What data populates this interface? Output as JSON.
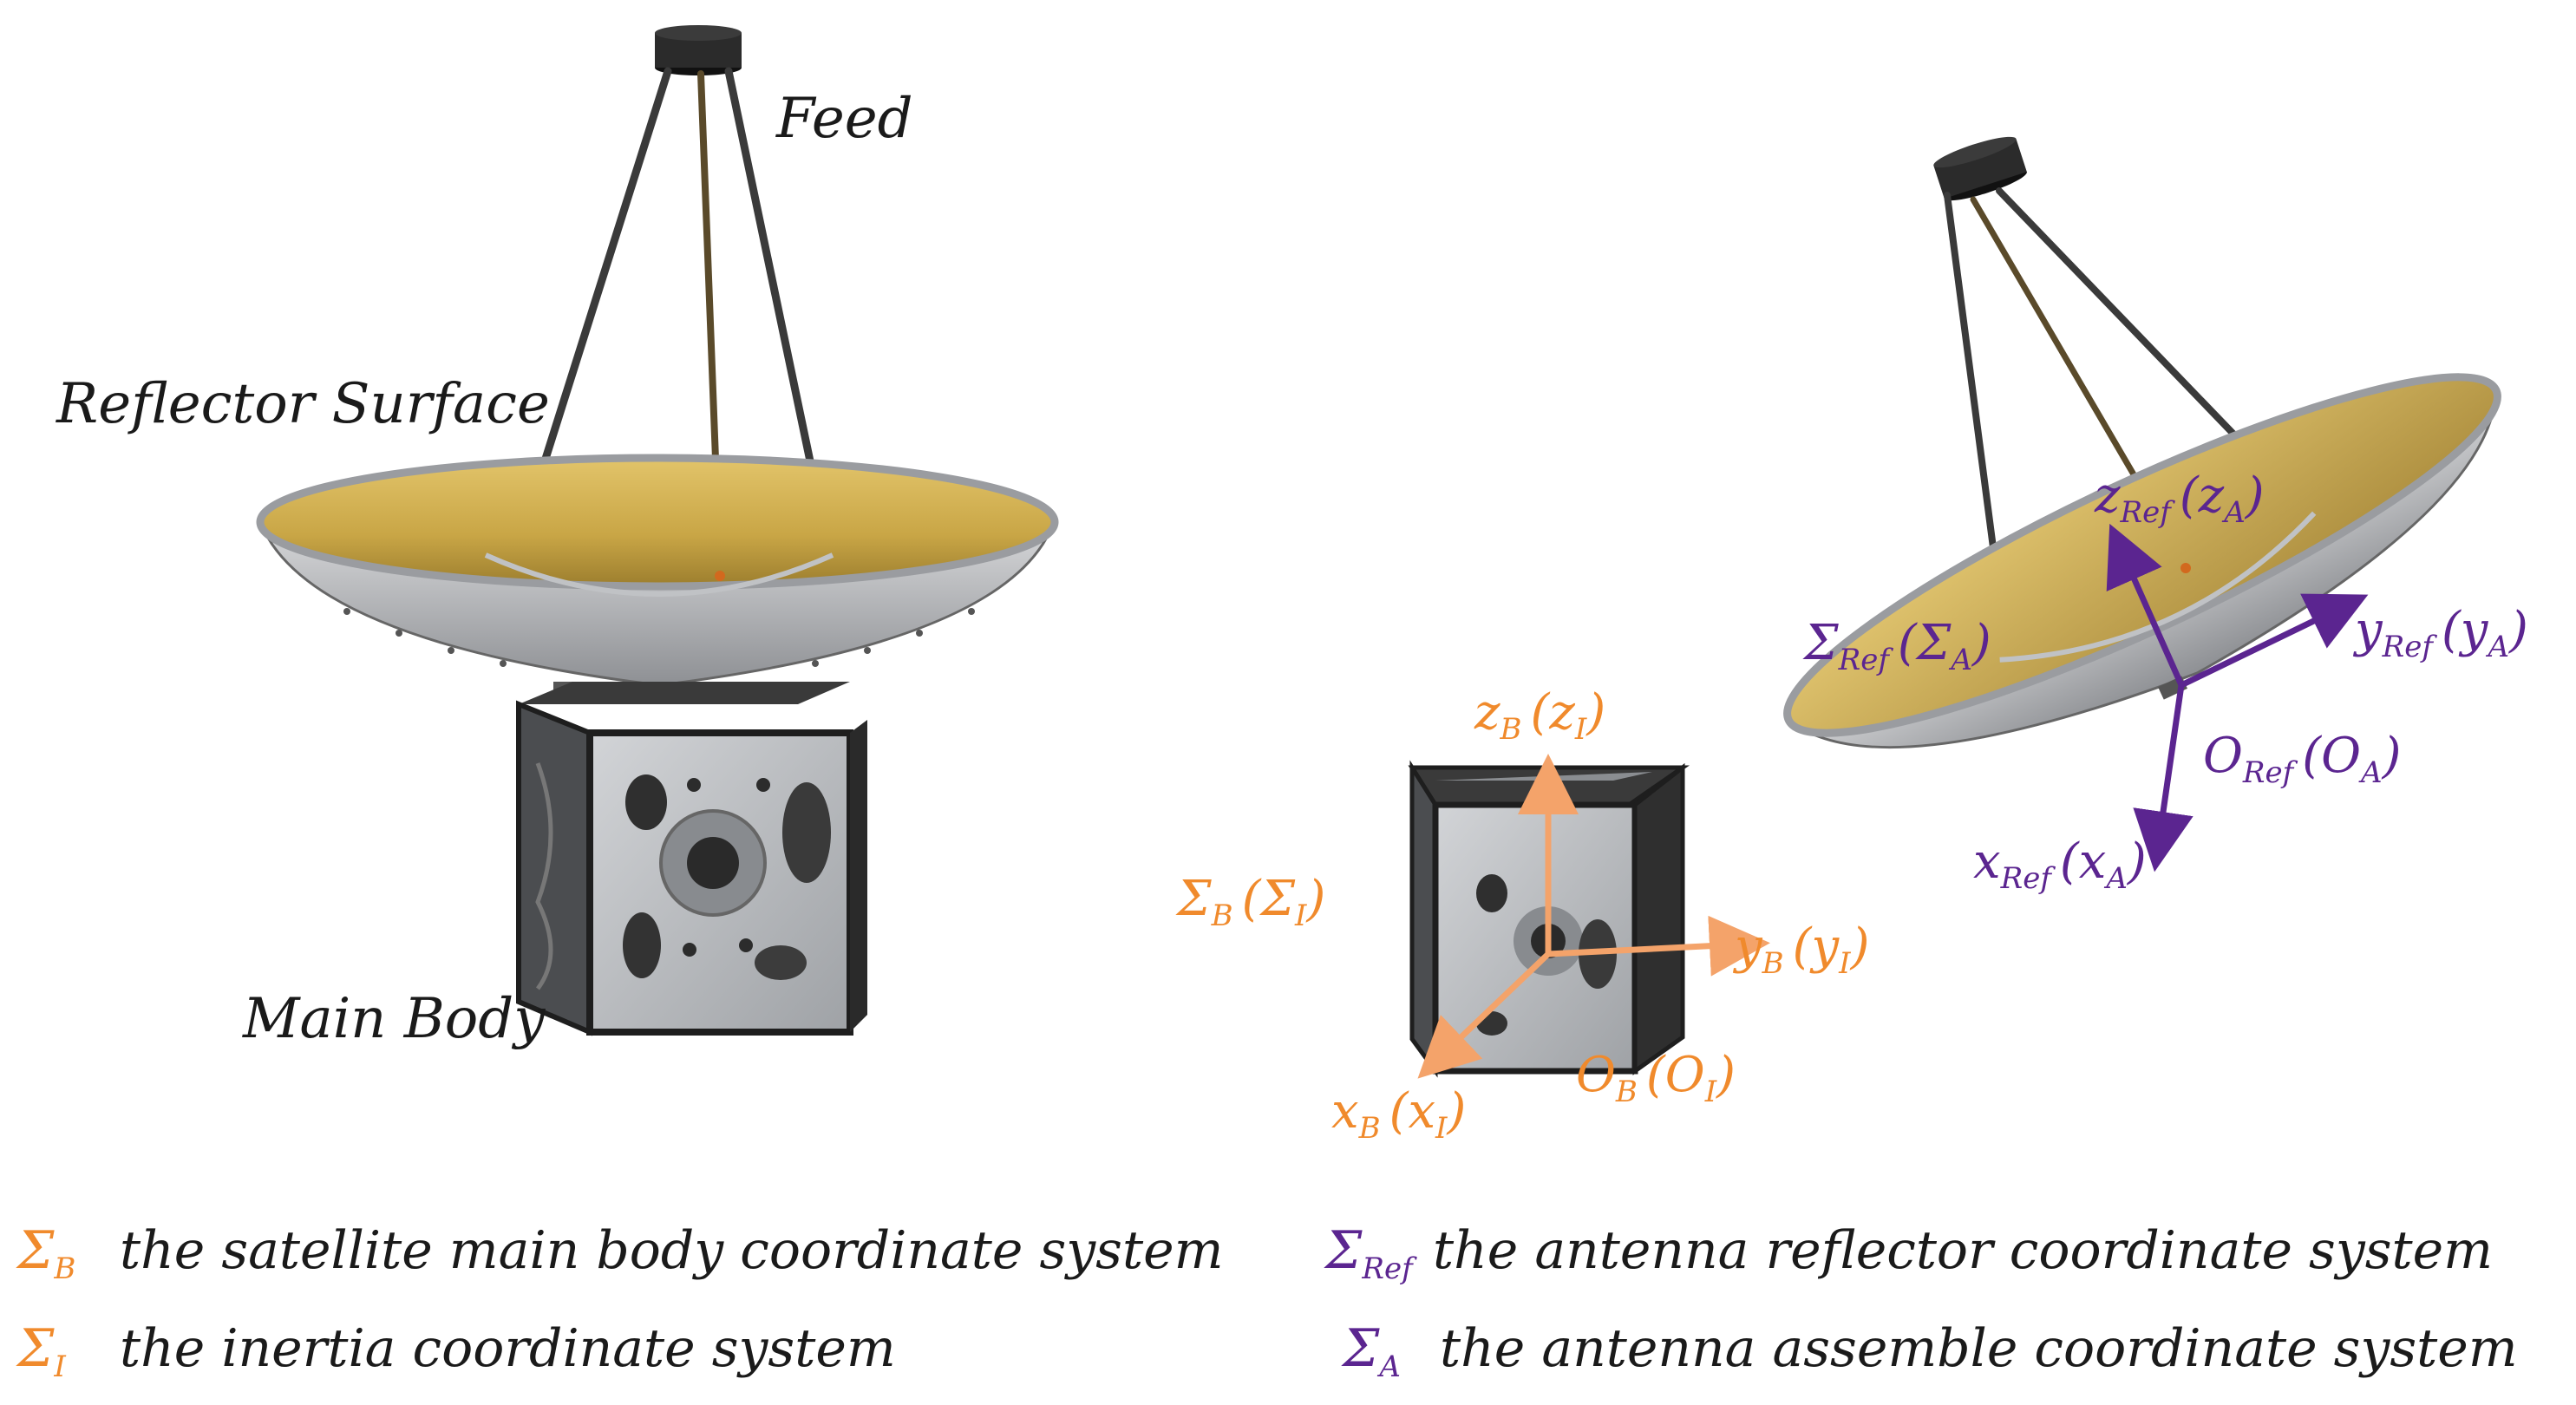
{
  "colors": {
    "orange": "#f08a2c",
    "purple": "#5b2590",
    "gold": "#c9a646",
    "frame": "#2a2a2a",
    "panel": "#b9bcc0"
  },
  "labels": {
    "feed": "Feed",
    "reflector_surface": "Reflector Surface",
    "main_body": "Main Body"
  },
  "body_frame": {
    "sigma": "Σ",
    "sigma_sub": "B",
    "sigma_paren": "(Σ",
    "sigma_paren_sub": "I",
    "close": ")",
    "z_main": "z",
    "z_sub": "B",
    "z_paren": "(z",
    "z_paren_sub": "I",
    "y_main": "y",
    "y_sub": "B",
    "y_paren": "(y",
    "y_paren_sub": "I",
    "x_main": "x",
    "x_sub": "B",
    "x_paren": "(x",
    "x_paren_sub": "I",
    "o_main": "O",
    "o_sub": "B",
    "o_paren": "(O",
    "o_paren_sub": "I"
  },
  "ref_frame": {
    "sigma": "Σ",
    "sigma_sub": "Ref",
    "sigma_paren": "(Σ",
    "sigma_paren_sub": "A",
    "close": ")",
    "z_main": "z",
    "z_sub": "Ref",
    "z_paren": "(z",
    "z_paren_sub": "A",
    "y_main": "y",
    "y_sub": "Ref",
    "y_paren": "(y",
    "y_paren_sub": "A",
    "x_main": "x",
    "x_sub": "Ref",
    "x_paren": "(x",
    "x_paren_sub": "A",
    "o_main": "O",
    "o_sub": "Ref",
    "o_paren": "(O",
    "o_paren_sub": "A"
  },
  "legend": [
    {
      "symbol": "Σ",
      "sub": "B",
      "text": "the satellite main body coordinate system"
    },
    {
      "symbol": "Σ",
      "sub": "I",
      "text": "the inertia coordinate system"
    },
    {
      "symbol": "Σ",
      "sub": "Ref",
      "text": "the antenna reflector coordinate system"
    },
    {
      "symbol": "Σ",
      "sub": "A",
      "text": "the antenna assemble coordinate system"
    }
  ]
}
